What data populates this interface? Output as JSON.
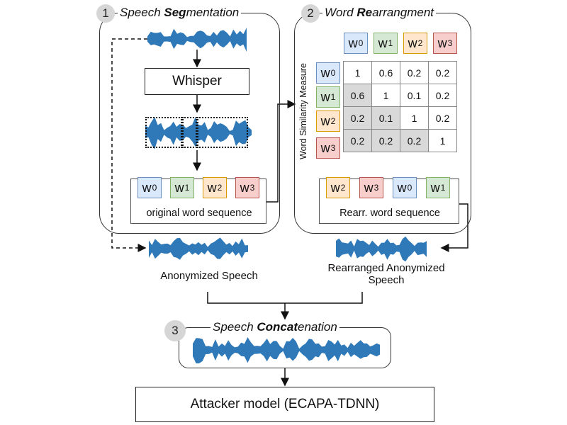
{
  "step1": {
    "number": "1",
    "title_pre": "Speech ",
    "title_bold": "Seg",
    "title_post": "mentation"
  },
  "step2": {
    "number": "2",
    "title_pre": "Word ",
    "title_bold": "Re",
    "title_post": "arrangment"
  },
  "step3": {
    "number": "3",
    "title_pre": "Speech ",
    "title_bold": "Concat",
    "title_post": "enation"
  },
  "whisper_label": "Whisper",
  "original_sequence": {
    "label": "original word sequence",
    "words": [
      {
        "base": "w",
        "sub": "0",
        "color": "blue"
      },
      {
        "base": "w",
        "sub": "1",
        "color": "green"
      },
      {
        "base": "w",
        "sub": "2",
        "color": "orange"
      },
      {
        "base": "w",
        "sub": "3",
        "color": "red"
      }
    ]
  },
  "matrix": {
    "axis_label": "Word Similarity Measure",
    "headers": [
      {
        "base": "w",
        "sub": "0",
        "color": "blue"
      },
      {
        "base": "w",
        "sub": "1",
        "color": "green"
      },
      {
        "base": "w",
        "sub": "2",
        "color": "orange"
      },
      {
        "base": "w",
        "sub": "3",
        "color": "red"
      }
    ],
    "rows": [
      [
        "1",
        "0.6",
        "0.2",
        "0.2"
      ],
      [
        "0.6",
        "1",
        "0.1",
        "0.2"
      ],
      [
        "0.2",
        "0.1",
        "1",
        "0.2"
      ],
      [
        "0.2",
        "0.2",
        "0.2",
        "1"
      ]
    ]
  },
  "rearranged_sequence": {
    "label": "Rearr. word sequence",
    "words": [
      {
        "base": "w",
        "sub": "2",
        "color": "orange"
      },
      {
        "base": "w",
        "sub": "3",
        "color": "red"
      },
      {
        "base": "w",
        "sub": "0",
        "color": "blue"
      },
      {
        "base": "w",
        "sub": "1",
        "color": "green"
      }
    ]
  },
  "anonymized_caption": "Anonymized Speech",
  "rearranged_caption_line1": "Rearranged Anonymized",
  "rearranged_caption_line2": "Speech",
  "attacker_label": "Attacker model (ECAPA-TDNN)",
  "colors": {
    "waveform": "#2f79b8",
    "blue": "#dae8fc",
    "green": "#d5e8d4",
    "orange": "#ffe6cc",
    "red": "#f8cecc",
    "highlight": "#d9d9d9"
  }
}
